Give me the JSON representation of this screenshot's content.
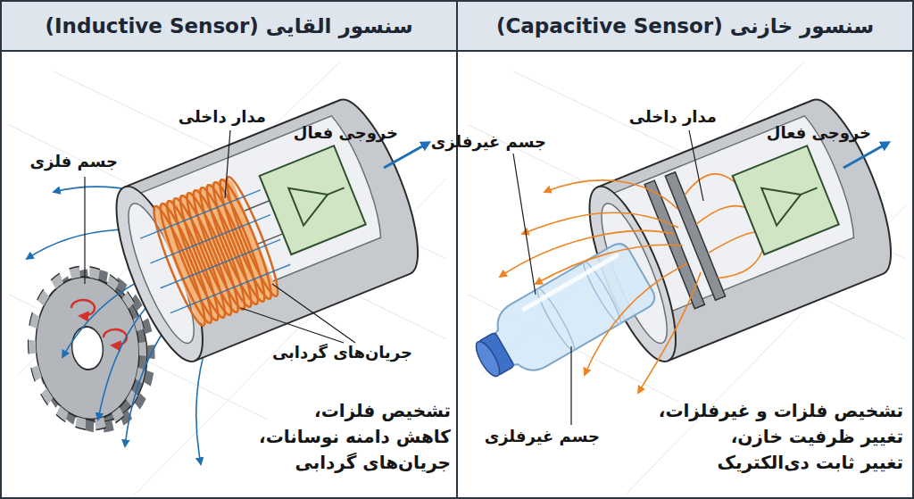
{
  "diagram": {
    "nodes": [
      {
        "text": [
          "سنسور القایی (Inductive Sensor)"
        ]
      },
      {
        "text": [
          "سنسور خازنی (Capacitive Sensor)"
        ]
      }
    ],
    "labels": [
      "جسم فلزی",
      "مدار داخلی",
      "خروجی فعال",
      "جریان‌های گردابی",
      "تشخیص فلزات،",
      "کاهش دامنه نوسانات،",
      "جریان‌های گردابی",
      "جسم غیرفلزی",
      "مدار داخلی",
      "خروجی فعال",
      "جسم غیرفلزی",
      "تشخیص فلزات و غیرفلزات،",
      "تغییر ظرفیت خازن،",
      "تغییر ثابت دی‌الکتریک"
    ]
  }
}
